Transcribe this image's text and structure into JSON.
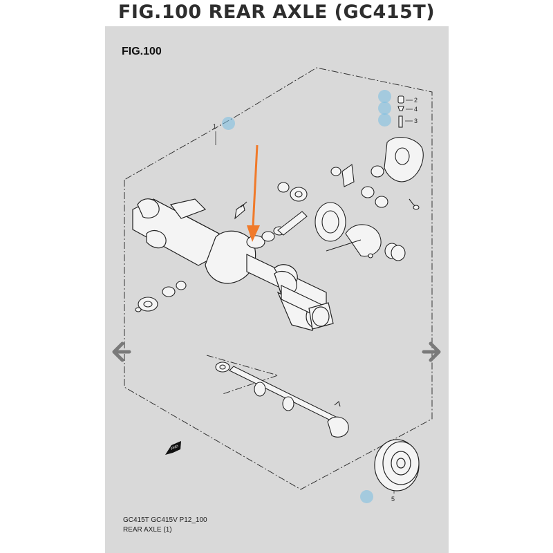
{
  "page": {
    "title": "FIG.100 REAR AXLE (GC415T)"
  },
  "viewer": {
    "fig_label": "FIG.100",
    "caption_line1": "GC415T GC415V P12_100",
    "caption_line2": "REAR AXLE (1)",
    "part_labels": [
      "1",
      "2",
      "4",
      "3",
      "5"
    ],
    "fwd_label": "FWD",
    "nav_prev_icon": "chevron-left-icon",
    "nav_next_icon": "chevron-right-icon"
  },
  "colors": {
    "page_bg": "#ffffff",
    "viewer_bg": "#d9d9d9",
    "hotspot": "#78bee1",
    "highlight_arrow": "#f07a2a",
    "nav_arrow": "#7a7a7a"
  }
}
